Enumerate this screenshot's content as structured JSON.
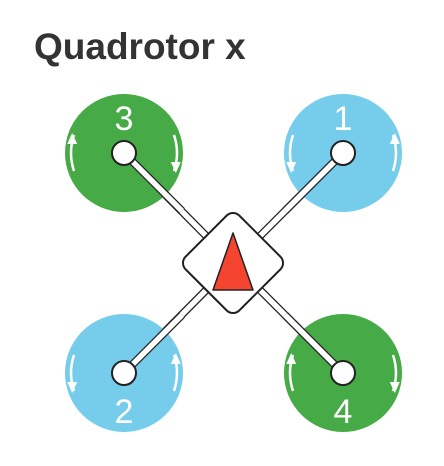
{
  "title": "Quadrotor x",
  "colors": {
    "motor_cw": "#46AB46",
    "motor_ccw": "#75CDEB",
    "heading_arrow": "#F54430",
    "frame_stroke": "#222222",
    "title_text": "#333333"
  },
  "body": {
    "icon": "heading-arrow-icon"
  },
  "motors": [
    {
      "number": "3",
      "position": "front-left",
      "color": "#46AB46",
      "rotation": "cw"
    },
    {
      "number": "1",
      "position": "front-right",
      "color": "#75CDEB",
      "rotation": "ccw"
    },
    {
      "number": "2",
      "position": "rear-left",
      "color": "#75CDEB",
      "rotation": "ccw"
    },
    {
      "number": "4",
      "position": "rear-right",
      "color": "#46AB46",
      "rotation": "cw"
    }
  ]
}
